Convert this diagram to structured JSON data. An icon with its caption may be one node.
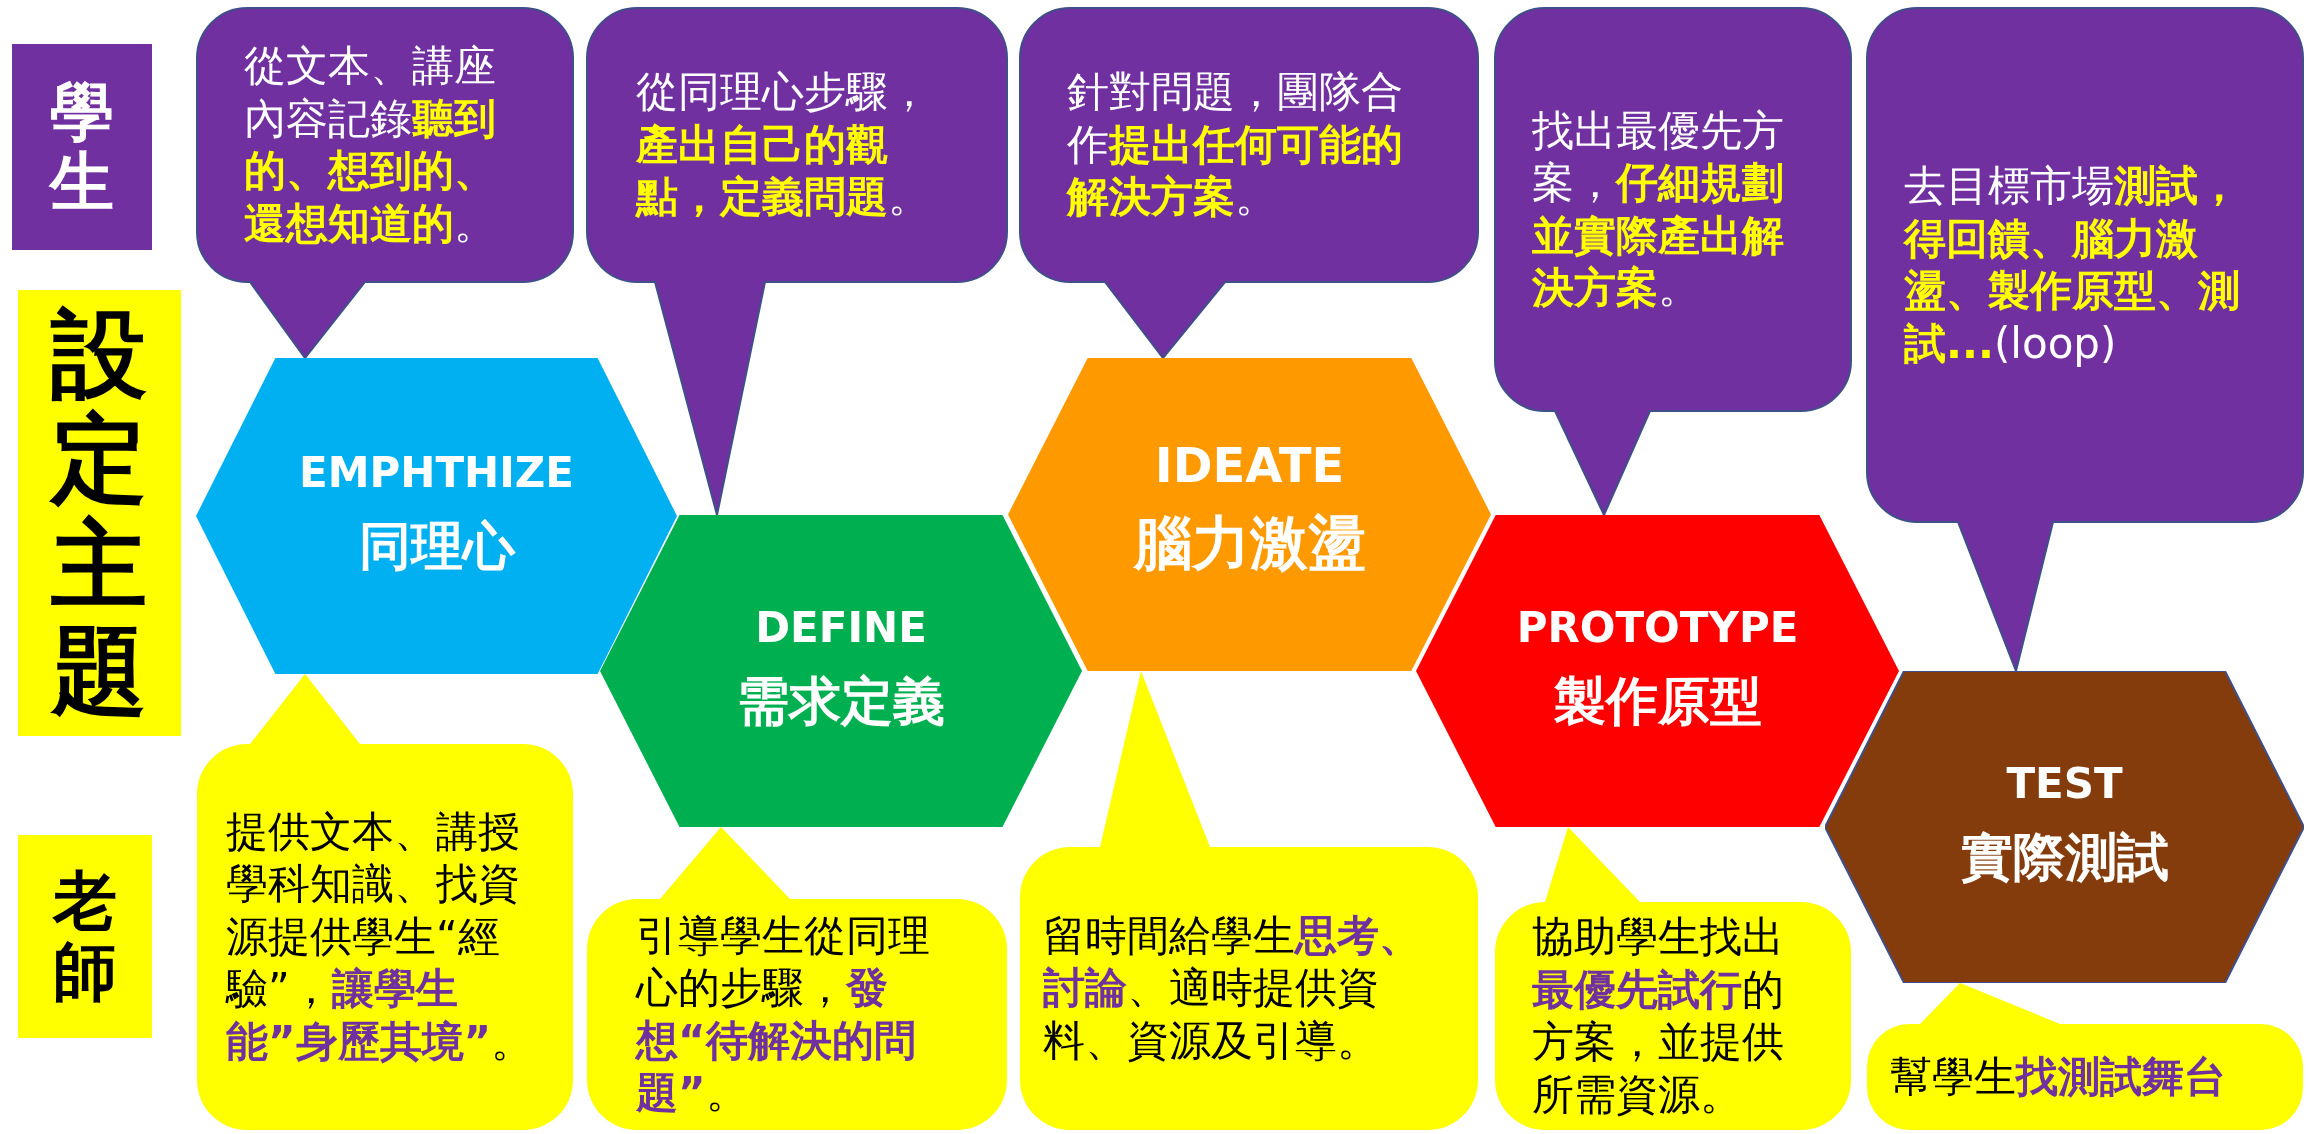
{
  "diagram": {
    "nodes": [
      {
        "text": [
          "學生"
        ]
      },
      {
        "text": [
          "設定主題"
        ]
      },
      {
        "text": [
          "老師"
        ]
      },
      {
        "text": [
          "從文本、講座內容記錄**聽到的、想到的、還想知道的**。"
        ]
      },
      {
        "text": [
          "從同理心步驟，**產出自己的觀點，定義問題**。"
        ]
      },
      {
        "text": [
          "針對問題，團隊合作**提出任何可能的解決方案**。"
        ]
      },
      {
        "text": [
          "找出最優先方案，**仔細規劃並實際產出解決方案**。"
        ]
      },
      {
        "text": [
          "去目標市場**測試，得回饋、腦力激盪、製作原型、測試...**(loop)"
        ]
      },
      {
        "text": [
          "EMPHTHIZE",
          "同理心"
        ]
      },
      {
        "text": [
          "DEFINE",
          "需求定義"
        ]
      },
      {
        "text": [
          "IDEATE",
          "腦力激盪"
        ]
      },
      {
        "text": [
          "PROTOTYPE",
          "製作原型"
        ]
      },
      {
        "text": [
          "TEST",
          "實際測試"
        ]
      },
      {
        "text": [
          "提供文本、講授學科知識、找資源提供學生“經驗”，**讓學生能”身歷其境”**。"
        ]
      },
      {
        "text": [
          "引導學生從同理心的步驟，**發想“待解決的問題”**。"
        ]
      },
      {
        "text": [
          "留時間給學生**思考、討論**、適時提供資料、資源及引導。"
        ]
      },
      {
        "text": [
          "協助學生找出**最優先試行**的方案，並提供所需資源。"
        ]
      },
      {
        "text": [
          "幫學生**找測試舞台**"
        ]
      }
    ]
  }
}
